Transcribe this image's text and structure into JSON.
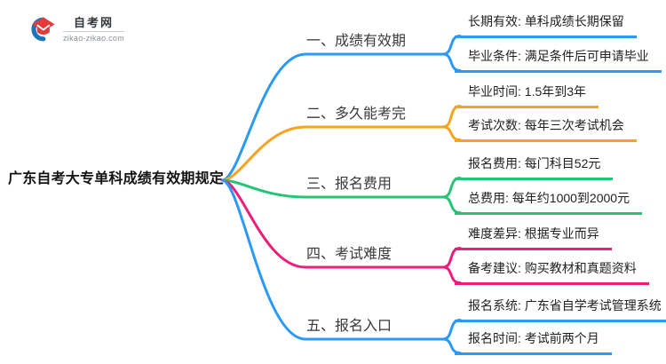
{
  "logo": {
    "title": "自考网",
    "domain": "zikao-zikao.com",
    "icon": "graduation-cap-icon",
    "colors": {
      "cap_red": "#E23B3B",
      "swoosh_blue": "#1C75BB"
    }
  },
  "central": {
    "title": "广东自考大专单科成绩有效期规定"
  },
  "branches": [
    {
      "label": "一、成绩有效期",
      "color": "#2B9AF4",
      "children": [
        {
          "text": "长期有效: 单科成绩长期保留"
        },
        {
          "text": "毕业条件: 满足条件后可申请毕业"
        }
      ]
    },
    {
      "label": "二、多久能考完",
      "color": "#F6A41F",
      "children": [
        {
          "text": "毕业时间: 1.5年到3年"
        },
        {
          "text": "考试次数: 每年三次考试机会"
        }
      ]
    },
    {
      "label": "三、报名费用",
      "color": "#27C477",
      "children": [
        {
          "text": "报名费用: 每门科目52元"
        },
        {
          "text": "总费用: 每年约1000到2000元"
        }
      ]
    },
    {
      "label": "四、考试难度",
      "color": "#EE1D7A",
      "children": [
        {
          "text": "难度差异: 根据专业而异"
        },
        {
          "text": "备考建议: 购买教材和真题资料"
        }
      ]
    },
    {
      "label": "五、报名入口",
      "color": "#2B9AF4",
      "children": [
        {
          "text": "报名系统: 广东省自学考试管理系统"
        },
        {
          "text": "报名时间: 考试前两个月"
        }
      ]
    }
  ]
}
